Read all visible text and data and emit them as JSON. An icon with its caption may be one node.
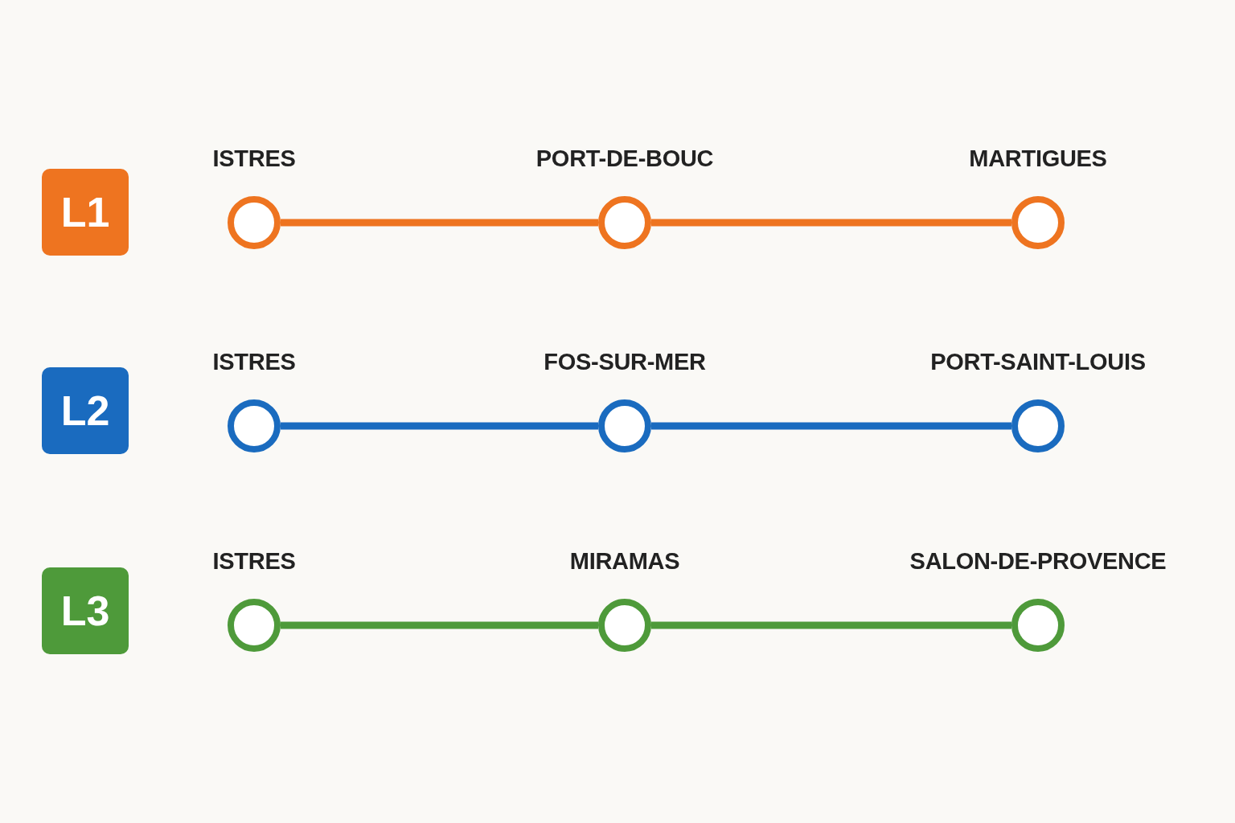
{
  "diagram": {
    "nodes": [
      {
        "text": [
          "L1"
        ]
      },
      {
        "text": [
          "ISTRES"
        ]
      },
      {
        "text": [
          "PORT-DE-BOUC"
        ]
      },
      {
        "text": [
          "MARTIGUES"
        ]
      },
      {
        "text": [
          "L2"
        ]
      },
      {
        "text": [
          "ISTRES"
        ]
      },
      {
        "text": [
          "FOS-SUR-MER"
        ]
      },
      {
        "text": [
          "PORT-SAINT-LOUIS"
        ]
      },
      {
        "text": [
          "L3"
        ]
      },
      {
        "text": [
          "ISTRES"
        ]
      },
      {
        "text": [
          "MIRAMAS"
        ]
      },
      {
        "text": [
          "SALON-DE-PROVENCE"
        ]
      }
    ],
    "edges": [
      {
        "from": 1,
        "to": 2,
        "arrow": "none",
        "color": "#ee7420"
      },
      {
        "from": 2,
        "to": 3,
        "arrow": "none",
        "color": "#ee7420"
      },
      {
        "from": 5,
        "to": 6,
        "arrow": "none",
        "color": "#1a6bbf"
      },
      {
        "from": 6,
        "to": 7,
        "arrow": "none",
        "color": "#1a6bbf"
      },
      {
        "from": 9,
        "to": 10,
        "arrow": "none",
        "color": "#4e9a3a"
      },
      {
        "from": 10,
        "to": 11,
        "arrow": "none",
        "color": "#4e9a3a"
      }
    ]
  }
}
